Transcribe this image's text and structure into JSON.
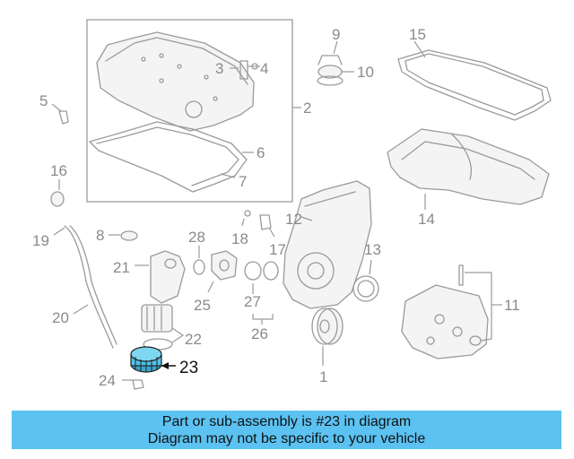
{
  "diagram": {
    "callouts": {
      "c1": "1",
      "c2": "2",
      "c3": "3",
      "c4": "4",
      "c5": "5",
      "c6": "6",
      "c7": "7",
      "c8": "8",
      "c9": "9",
      "c10": "10",
      "c11": "11",
      "c12": "12",
      "c13": "13",
      "c14": "14",
      "c15": "15",
      "c16": "16",
      "c17": "17",
      "c18": "18",
      "c19": "19",
      "c20": "20",
      "c21": "21",
      "c22": "22",
      "c23": "23",
      "c24": "24",
      "c25": "25",
      "c26": "26",
      "c27": "27",
      "c28": "28"
    },
    "highlighted_part": "23",
    "highlight_color": "#4fc3e8",
    "line_color": "#9a9a9a"
  },
  "banner": {
    "line1": "Part or sub-assembly is #23 in diagram",
    "line2": "Diagram may not be specific to your vehicle",
    "background": "#5bc2f2"
  }
}
